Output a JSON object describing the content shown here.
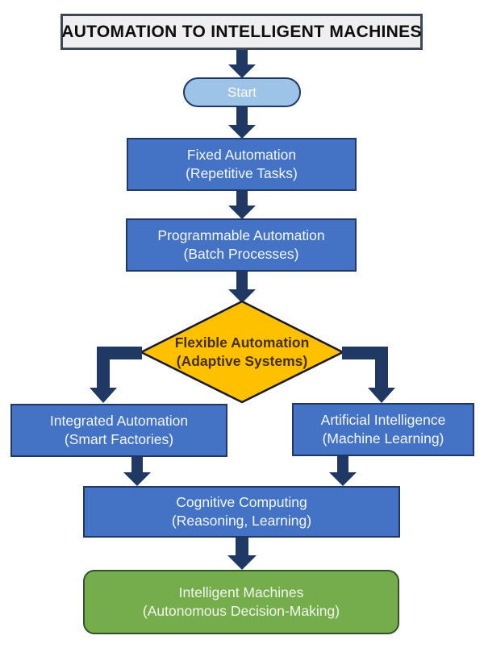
{
  "diagram": {
    "title": "AUTOMATION TO INTELLIGENT MACHINES",
    "type": "flowchart",
    "nodes": {
      "start": {
        "shape": "rounded-pill",
        "label": "Start"
      },
      "fixed": {
        "shape": "process",
        "line1": "Fixed Automation",
        "line2": "(Repetitive Tasks)"
      },
      "programmable": {
        "shape": "process",
        "line1": "Programmable Automation",
        "line2": "(Batch Processes)"
      },
      "flexible": {
        "shape": "decision-diamond",
        "line1": "Flexible Automation",
        "line2": "(Adaptive Systems)"
      },
      "integrated": {
        "shape": "process",
        "line1": "Integrated Automation",
        "line2": "(Smart Factories)"
      },
      "ai": {
        "shape": "process",
        "line1": "Artificial Intelligence",
        "line2": "(Machine Learning)"
      },
      "cognitive": {
        "shape": "process",
        "line1": "Cognitive Computing",
        "line2": "(Reasoning, Learning)"
      },
      "intelligent": {
        "shape": "rounded-terminator",
        "line1": "Intelligent Machines",
        "line2": "(Autonomous Decision-Making)"
      }
    },
    "edges": [
      {
        "from": "title",
        "to": "start"
      },
      {
        "from": "start",
        "to": "fixed"
      },
      {
        "from": "fixed",
        "to": "programmable"
      },
      {
        "from": "programmable",
        "to": "flexible"
      },
      {
        "from": "flexible",
        "to": "integrated",
        "branch": "left-elbow"
      },
      {
        "from": "flexible",
        "to": "ai",
        "branch": "right-elbow"
      },
      {
        "from": "integrated",
        "to": "cognitive"
      },
      {
        "from": "ai",
        "to": "cognitive"
      },
      {
        "from": "cognitive",
        "to": "intelligent"
      }
    ],
    "colors": {
      "process_fill": "#4472c4",
      "process_border": "#203864",
      "process_text": "#f4f8fd",
      "start_fill": "#9dc3e6",
      "start_border": "#1f3864",
      "decision_fill": "#ffc000",
      "decision_border": "#1b1b2f",
      "decision_text": "#452f05",
      "end_fill": "#76ad4c",
      "end_border": "#35532a",
      "title_fill": "#efefef",
      "title_border": "#3d4755",
      "arrow": "#1f3864",
      "background": "#ffffff"
    }
  }
}
